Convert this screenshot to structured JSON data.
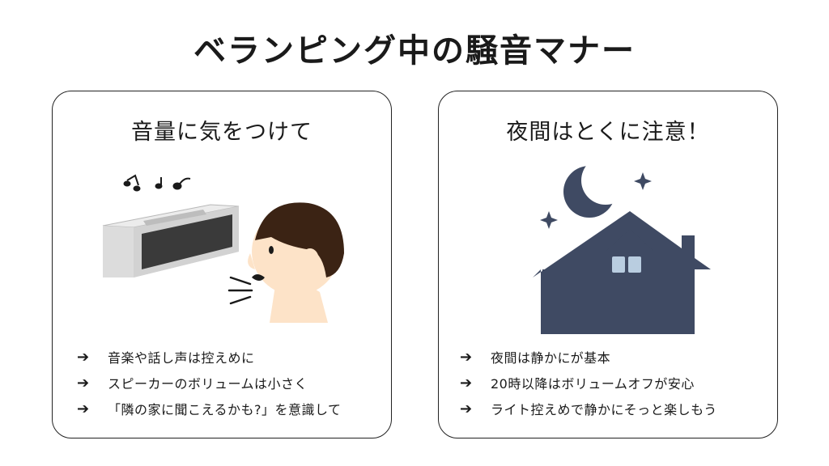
{
  "page": {
    "title": "ベランピング中の騒音マナー"
  },
  "cards": [
    {
      "title": "音量に気をつけて",
      "items": [
        "音楽や話し声は控えめに",
        "スピーカーのボリュームは小さく",
        "「隣の家に聞こえるかも?」を意識して"
      ]
    },
    {
      "title": "夜間はとくに注意！",
      "items": [
        "夜間は静かにが基本",
        "20時以降はボリュームオフが安心",
        "ライト控えめで静かにそっと楽しもう"
      ]
    }
  ],
  "colors": {
    "house": "#3f4a63",
    "window": "#b9cde0",
    "skin": "#fde3c8",
    "hair": "#3b2314",
    "speaker_body": "#d8d8d8",
    "speaker_grille": "#3a3a3a"
  },
  "icons": [
    "arrow-right-icon",
    "music-notes-icon",
    "speaker-icon",
    "person-icon",
    "moon-icon",
    "sparkle-icon",
    "house-icon"
  ]
}
